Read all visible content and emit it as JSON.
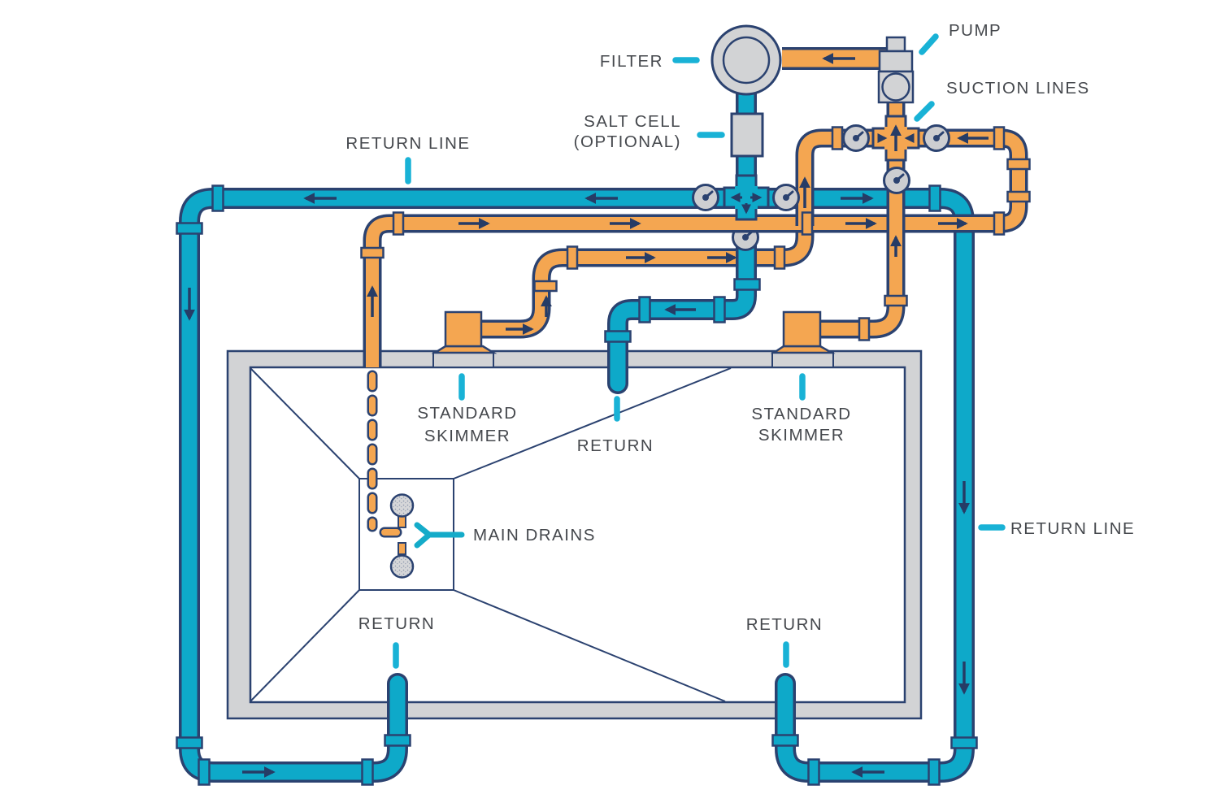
{
  "labels": {
    "pump": "PUMP",
    "suction_lines": "SUCTION LINES",
    "filter": "FILTER",
    "salt_cell": [
      "SALT CELL",
      "(OPTIONAL)"
    ],
    "return_line": "RETURN LINE",
    "standard_skimmer": [
      "STANDARD",
      "SKIMMER"
    ],
    "return": "RETURN",
    "main_drains": "MAIN DRAINS"
  },
  "colors": {
    "return_pipe_teal": "#0ea9c9",
    "suction_pipe_orange": "#f4a651",
    "outline_navy": "#2b4270",
    "arrow_navy": "#263c66",
    "equipment_gray": "#d2d3d5",
    "valve_gray": "#cdced1",
    "deck_gray": "#d2d3d5",
    "label_text": "#45484d",
    "label_pointer_teal": "#19b2d6"
  }
}
